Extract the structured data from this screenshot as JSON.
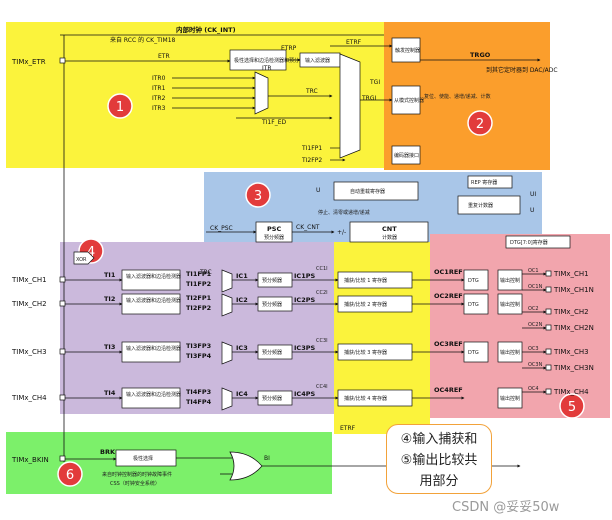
{
  "colors": {
    "zone1": "#fbf33c",
    "zone2": "#fb9e2c",
    "zone3": "#a9c6e8",
    "zone4": "#cbb9dc",
    "zone5": "#f2a5ad",
    "zone6": "#7cf06a",
    "capture_band": "#fbf33c",
    "badge": "#e23b3b"
  },
  "zones": [
    {
      "number": "1"
    },
    {
      "number": "2"
    },
    {
      "number": "3"
    },
    {
      "number": "4"
    },
    {
      "number": "5"
    },
    {
      "number": "6"
    }
  ],
  "top": {
    "internal_clock": "内部时钟 (CK_INT)",
    "rcc_clock": "来自 RCC 的 CK_TIM18",
    "etr_pin": "TIMx_ETR",
    "etr": "ETR",
    "etrp": "ETRP",
    "etrf": "ETRF",
    "polarity_block": "极性选择和边沿检测器和预分频器",
    "input_filter": "输入滤波器",
    "itr": [
      "ITR0",
      "ITR1",
      "ITR2",
      "ITR3"
    ],
    "itr_mux": "ITR",
    "trc": "TRC",
    "ti1f_ed": "TI1F_ED",
    "ti1fp1": "TI1FP1",
    "ti2fp2": "TI2FP2",
    "tgi": "TGI",
    "trgi": "TRGI",
    "trigger_ctrl": "触发控制器",
    "slave_ctrl": "从模式控制器",
    "encoder_if": "编码器接口",
    "trgo": "TRGO",
    "trgo_dest": "到其它定时器到 DAC/ADC",
    "reset_label": "复位、使能、递增/递减、计数"
  },
  "counter": {
    "u_left": "U",
    "auto_reload": "自动重载寄存器",
    "stop_clear": "停止、清零或递增/递减",
    "ck_psc": "CK_PSC",
    "psc": "PSC",
    "psc_sub": "预分频器",
    "ck_cnt": "CK_CNT",
    "pm": "+/-",
    "cnt": "CNT",
    "cnt_sub": "计数器",
    "rep": "REP 寄存器",
    "rep_counter": "重复计数器",
    "ui": "UI",
    "u_right": "U"
  },
  "channels": [
    {
      "pin": "TIMx_CH1",
      "ti": "TI1",
      "fp_a": "TI1FP1",
      "fp_b": "TI1FP2",
      "ic": "IC1",
      "ps": "IC1PS",
      "cci": "CC1I",
      "reg": "捕获/比较 1 寄存器",
      "oc": "OC1REF"
    },
    {
      "pin": "TIMx_CH2",
      "ti": "TI2",
      "fp_a": "TI2FP1",
      "fp_b": "TI2FP2",
      "ic": "IC2",
      "ps": "IC2PS",
      "cci": "CC2I",
      "reg": "捕获/比较 2 寄存器",
      "oc": "OC2REF"
    },
    {
      "pin": "TIMx_CH3",
      "ti": "TI3",
      "fp_a": "TI3FP3",
      "fp_b": "TI3FP4",
      "ic": "IC3",
      "ps": "IC3PS",
      "cci": "CC3I",
      "reg": "捕获/比较 3 寄存器",
      "oc": "OC3REF"
    },
    {
      "pin": "TIMx_CH4",
      "ti": "TI4",
      "fp_a": "TI4FP3",
      "fp_b": "TI4FP4",
      "ic": "IC4",
      "ps": "IC4PS",
      "cci": "CC4I",
      "reg": "捕获/比较 4 寄存器",
      "oc": "OC4REF"
    }
  ],
  "input": {
    "xor": "XOR",
    "filter_block": "输入滤波器和边沿检测器",
    "prescaler": "预分频器",
    "trc": "TRC"
  },
  "output": {
    "dtg_reg": "DTG[7:0]寄存器",
    "dtg": "DTG",
    "out_ctrl": "输出控制",
    "pins": [
      "TIMx_CH1",
      "TIMx_CH1N",
      "TIMx_CH2",
      "TIMx_CH2N",
      "TIMx_CH3",
      "TIMx_CH3N",
      "TIMx_CH4"
    ],
    "oc_labels": [
      "OC1",
      "OC1N",
      "OC2",
      "OC2N",
      "OC3",
      "OC3N",
      "OC4"
    ]
  },
  "brake": {
    "pin": "TIMx_BKIN",
    "brk": "BRK",
    "polarity": "极性选择",
    "bi": "BI",
    "etrf": "ETRF",
    "css_line1": "来自时钟控制器的时钟故障事件",
    "css_line2": "CSS（时钟安全系统）"
  },
  "note": {
    "line1": "④输入捕获和",
    "line2": "⑤输出比较共",
    "line3": "用部分"
  },
  "watermark": "CSDN @妥妥50w"
}
